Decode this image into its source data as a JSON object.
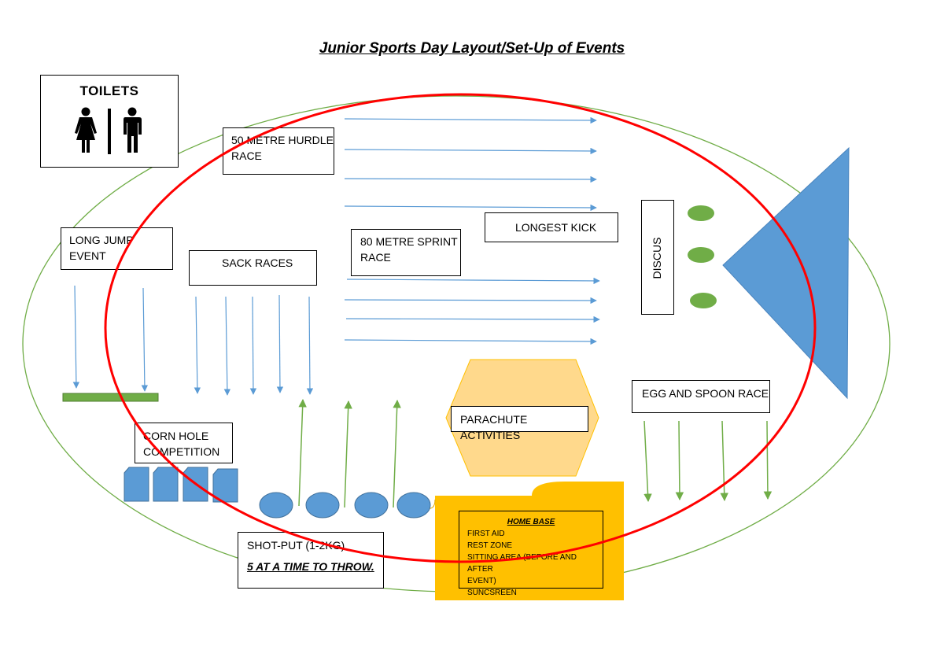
{
  "title": "Junior Sports Day Layout/Set-Up of Events",
  "toilets": {
    "label": "TOILETS",
    "icon": "restroom-icon"
  },
  "events": {
    "hurdle": [
      "50 METRE HURDLE",
      "RACE"
    ],
    "long_jump": [
      "LONG JUMP",
      "EVENT"
    ],
    "sack": "SACK RACES",
    "sprint": [
      "80 METRE SPRINT",
      "RACE"
    ],
    "longest_kick": "LONGEST KICK",
    "discus": "DISCUS",
    "egg_spoon": "EGG AND SPOON RACE",
    "parachute": "PARACHUTE ACTIVITIES",
    "corn_hole": [
      "CORN HOLE",
      "COMPETITION"
    ],
    "shot_put": {
      "name": "SHOT-PUT (1-2KG)",
      "note": "5 AT A TIME TO THROW."
    }
  },
  "home_base": {
    "heading": "HOME BASE",
    "items": [
      "FIRST AID",
      "REST ZONE",
      "SITTING AREA (BEFORE AND AFTER",
      "EVENT)",
      "SUNCSREEN"
    ]
  },
  "colors": {
    "green_outline": "#70ad47",
    "red_outline": "#ff0000",
    "blue_arrow": "#5b9bd5",
    "blue_fill": "#5b9bd5",
    "green_fill": "#70ad47",
    "hexagon_fill": "#ffd98c",
    "hexagon_border": "#ffc000",
    "scroll_fill": "#ffc000"
  }
}
